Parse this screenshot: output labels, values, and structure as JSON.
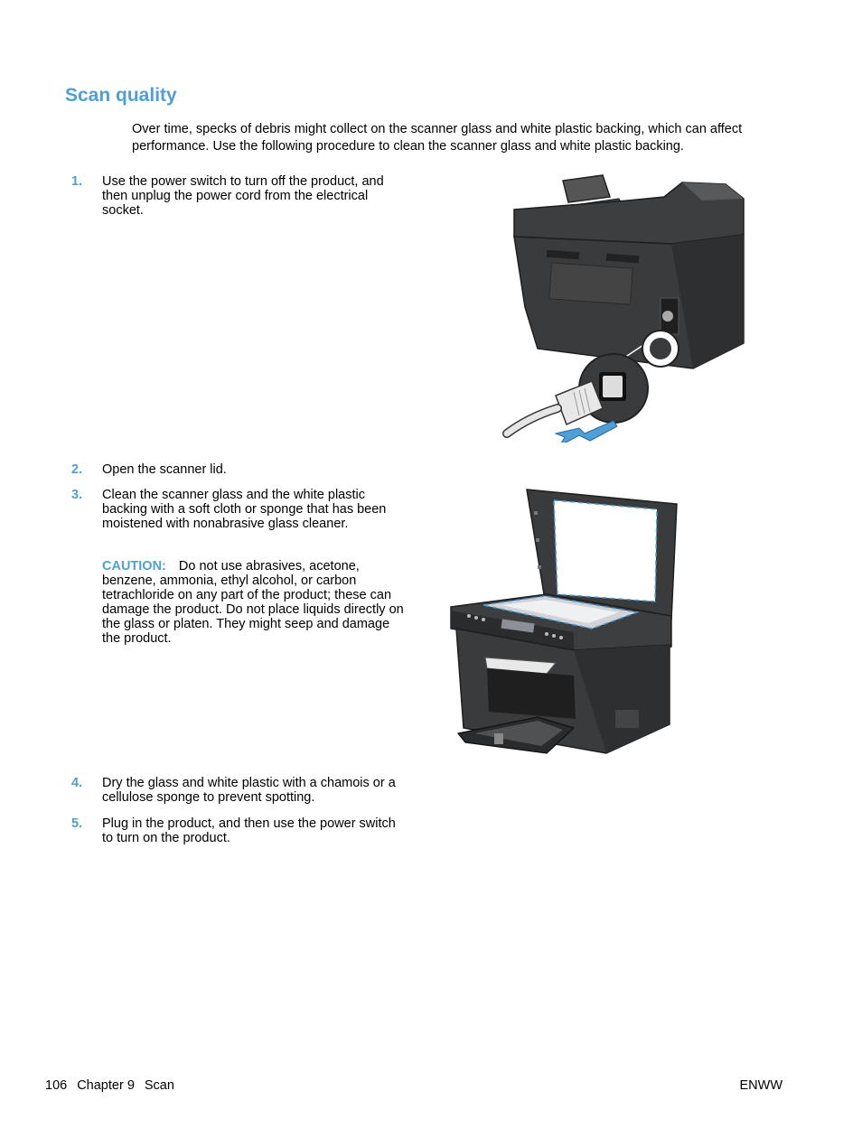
{
  "section": {
    "title": "Scan quality",
    "intro": "Over time, specks of debris might collect on the scanner glass and white plastic backing, which can affect performance. Use the following procedure to clean the scanner glass and white plastic backing."
  },
  "steps": [
    {
      "number": "1.",
      "text": "Use the power switch to turn off the product, and then unplug the power cord from the electrical socket."
    },
    {
      "number": "2.",
      "text": "Open the scanner lid."
    },
    {
      "number": "3.",
      "text": "Clean the scanner glass and the white plastic backing with a soft cloth or sponge that has been moistened with nonabrasive glass cleaner."
    },
    {
      "number": "4.",
      "text": "Dry the glass and white plastic with a chamois or a cellulose sponge to prevent spotting."
    },
    {
      "number": "5.",
      "text": "Plug in the product, and then use the power switch to turn on the product."
    }
  ],
  "caution": {
    "label": "CAUTION:",
    "text": "Do not use abrasives, acetone, benzene, ammonia, ethyl alcohol, or carbon tetrachloride on any part of the product; these can damage the product. Do not place liquids directly on the glass or platen. They might seep and damage the product."
  },
  "footer": {
    "page_number": "106",
    "chapter": "Chapter 9",
    "chapter_title": "Scan",
    "edition": "ENWW"
  },
  "colors": {
    "accent": "#4f9fd6",
    "printer_body": "#3a3b3d",
    "arrow": "#4f9fd6"
  }
}
